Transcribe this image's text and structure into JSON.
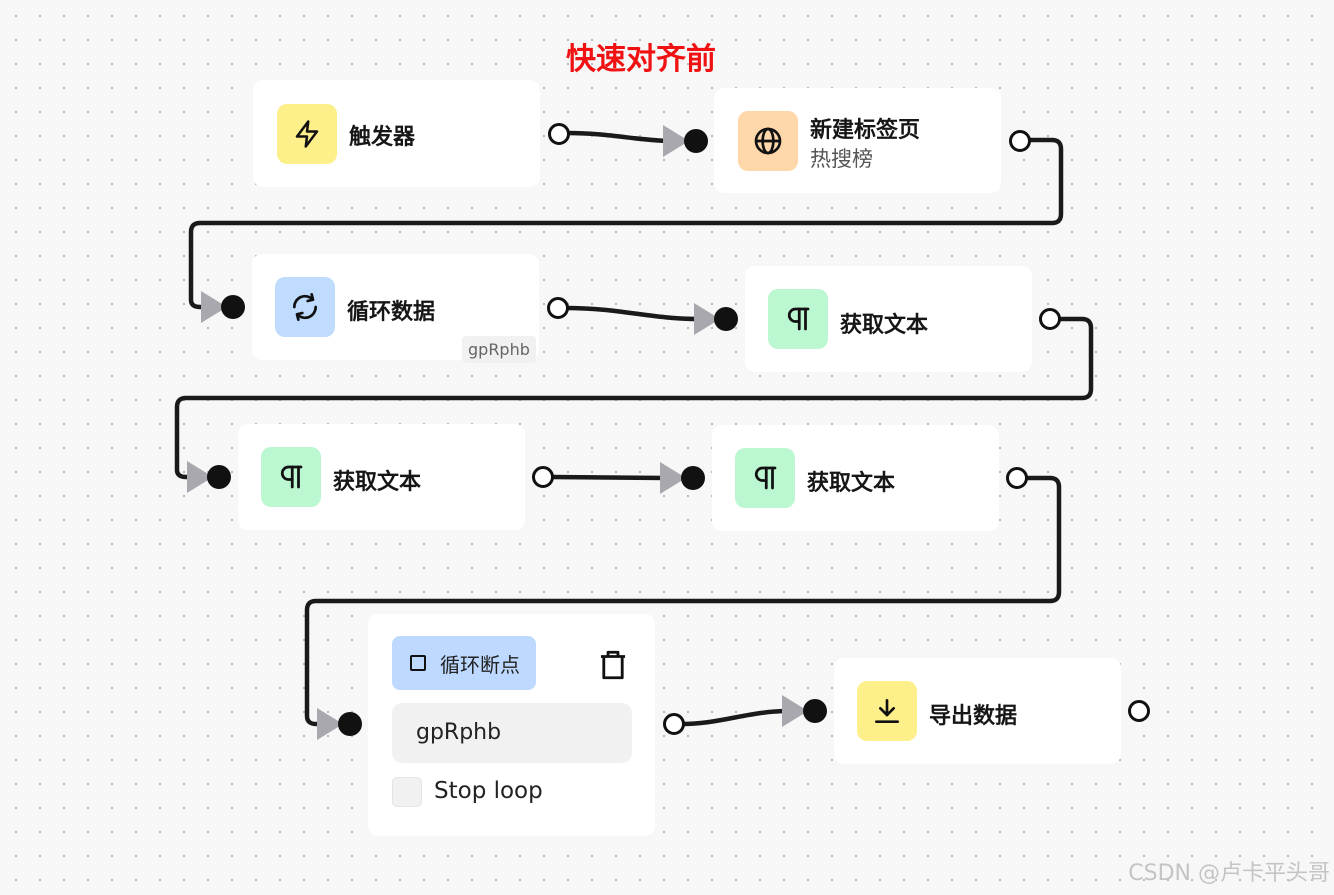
{
  "header": {
    "title": "快速对齐前"
  },
  "nodes": {
    "trigger": {
      "label": "触发器",
      "icon": "lightning-icon",
      "icon_bg": "#fdf08b"
    },
    "new_tab": {
      "label": "新建标签页",
      "sublabel": "热搜榜",
      "icon": "globe-icon",
      "icon_bg": "#fed7aa"
    },
    "loop_data": {
      "label": "循环数据",
      "tag": "gpRphb",
      "icon": "refresh-icon",
      "icon_bg": "#bfdbfe"
    },
    "get_text_1": {
      "label": "获取文本",
      "icon": "pilcrow-icon",
      "icon_bg": "#bbf7d0"
    },
    "get_text_2": {
      "label": "获取文本",
      "icon": "pilcrow-icon",
      "icon_bg": "#bbf7d0"
    },
    "get_text_3": {
      "label": "获取文本",
      "icon": "pilcrow-icon",
      "icon_bg": "#bbf7d0"
    },
    "loop_breakpoint": {
      "label": "循环断点",
      "input_value": "gpRphb",
      "checkbox_label": "Stop loop",
      "checked": false
    },
    "export_data": {
      "label": "导出数据",
      "icon": "download-icon",
      "icon_bg": "#fdf08b"
    }
  },
  "watermark": "CSDN @卢卡平头哥",
  "colors": {
    "title": "#f01212",
    "edge": "#1a1a1a",
    "arrow": "#a8a8ae"
  }
}
